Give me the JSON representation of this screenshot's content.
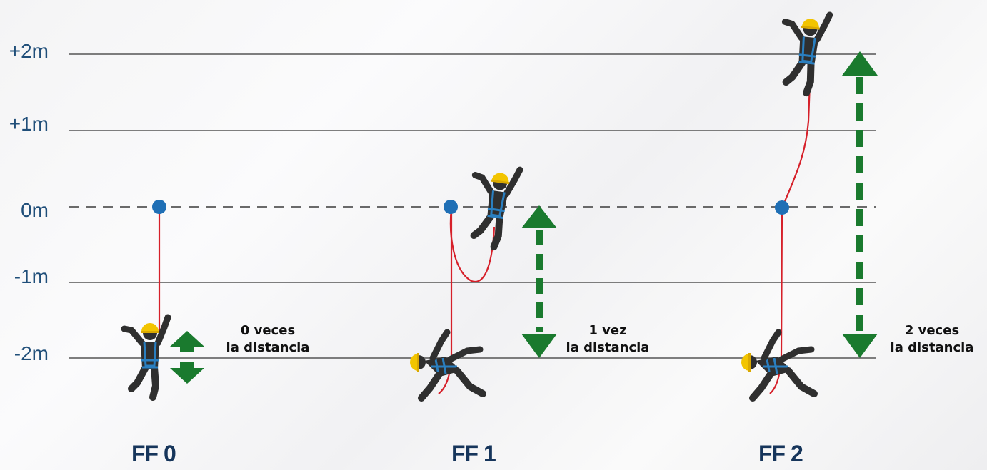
{
  "levels": [
    "+2m",
    "+1m",
    "0m",
    "-1m",
    "-2m"
  ],
  "cases": [
    {
      "label": "FF 0",
      "note_line1": "0 veces",
      "note_line2": "la distancia"
    },
    {
      "label": "FF 1",
      "note_line1": "1 vez",
      "note_line2": "la distancia"
    },
    {
      "label": "FF 2",
      "note_line1": "2 veces",
      "note_line2": "la distancia"
    }
  ],
  "colors": {
    "axis_label": "#1f4e79",
    "gridline": "#555555",
    "anchor": "#1f6fb5",
    "rope": "#d6202a",
    "arrow": "#1a7a2e",
    "figure": "#2f2f2f",
    "harness": "#2a7fc0",
    "helmet": "#f2c400"
  },
  "icons": [
    "anchor-point-icon",
    "worker-figure-icon",
    "double-arrow-icon"
  ]
}
